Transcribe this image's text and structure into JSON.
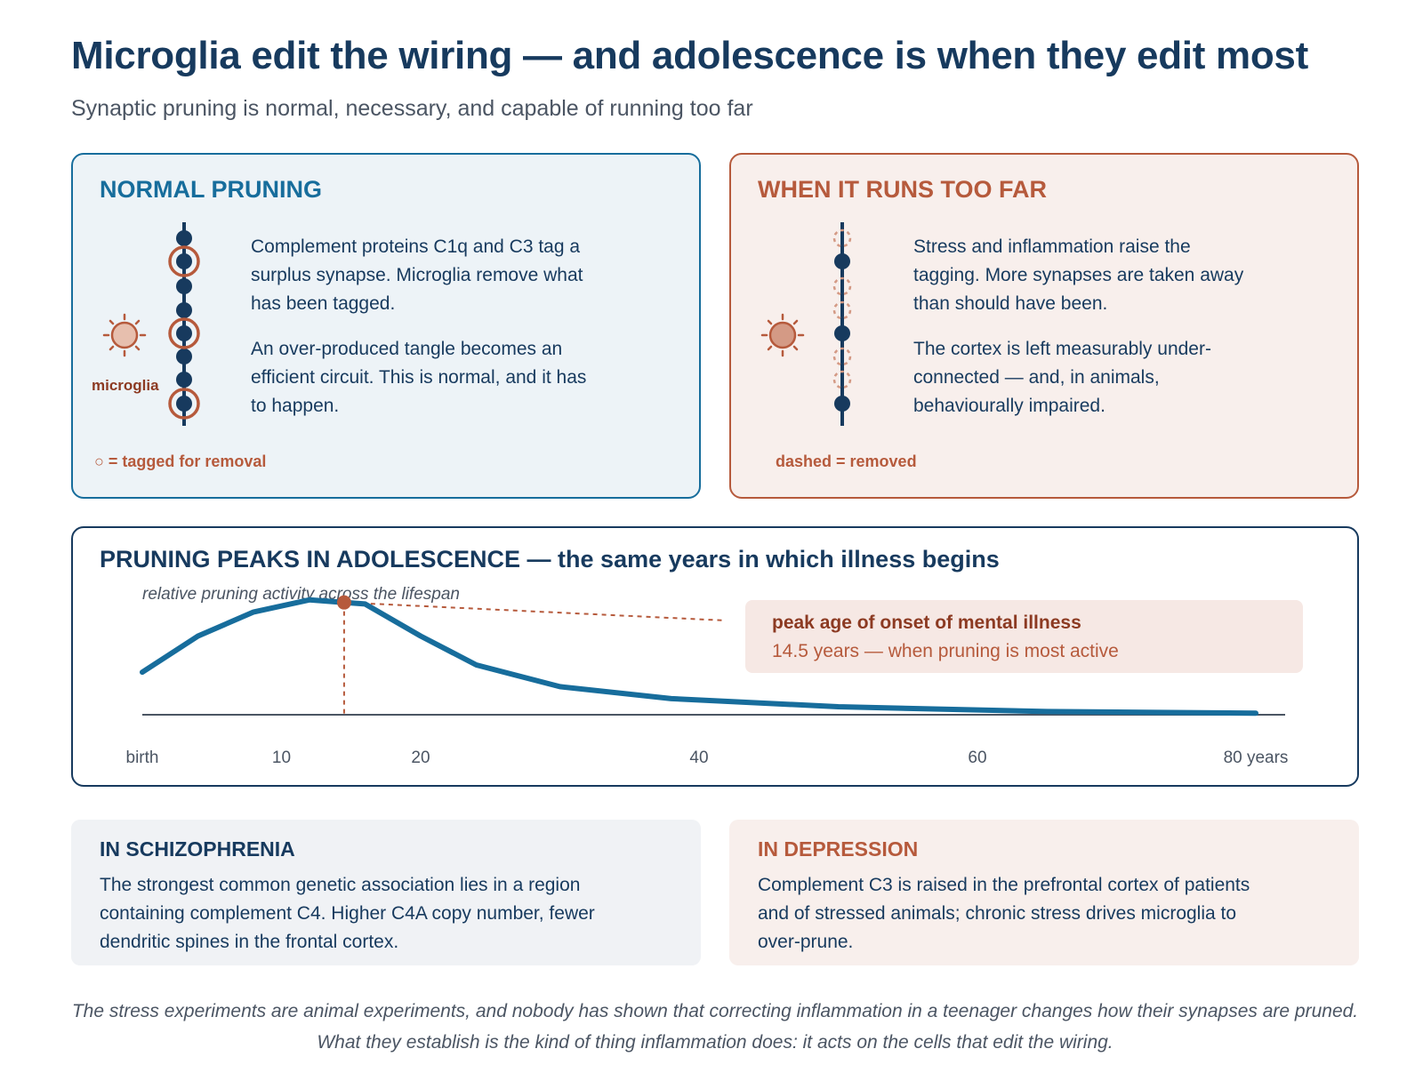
{
  "header": {
    "title": "Microglia edit the wiring — and adolescence is when they edit most",
    "subtitle": "Synaptic pruning is normal, necessary, and capable of running too far"
  },
  "normal_panel": {
    "heading": "NORMAL PRUNING",
    "microglia_label": "microglia",
    "paragraphs": [
      "Complement proteins C1q and C3 tag a surplus synapse. Microglia remove what has been tagged.",
      "An over-produced tangle becomes an efficient circuit. This is normal, and it has to happen."
    ],
    "legend": "○ = tagged for removal"
  },
  "far_panel": {
    "heading": "WHEN IT RUNS TOO FAR",
    "paragraphs": [
      "Stress and inflammation raise the tagging. More synapses are taken away than should have been.",
      "The cortex is left measurably under-connected — and, in animals, behaviourally impaired."
    ],
    "legend": "dashed = removed"
  },
  "chart_panel": {
    "heading": "PRUNING PEAKS IN ADOLESCENCE — the same years in which illness begins",
    "caption": "relative pruning activity across the lifespan",
    "callout_title": "peak age of onset of mental illness",
    "callout_sub": "14.5 years — when pruning is most active",
    "x_tick_labels": [
      "birth",
      "10",
      "20",
      "40",
      "60",
      "80 years"
    ]
  },
  "chart_data": {
    "type": "line",
    "title": "PRUNING PEAKS IN ADOLESCENCE — the same years in which illness begins",
    "ylabel": "relative pruning activity across the lifespan",
    "xlabel": "",
    "x": [
      0,
      4,
      8,
      12,
      16,
      20,
      24,
      30,
      38,
      50,
      65,
      80
    ],
    "y": [
      0.53,
      0.98,
      1.28,
      1.43,
      1.38,
      0.98,
      0.62,
      0.35,
      0.2,
      0.1,
      0.04,
      0.02
    ],
    "xlim": [
      0,
      80
    ],
    "ylim": [
      0,
      1.55
    ],
    "xticks": [
      0,
      10,
      20,
      40,
      60,
      80
    ],
    "marker": {
      "x": 14.5,
      "label": "peak age of onset of mental illness"
    },
    "grid": false,
    "colors": {
      "line": "#176d9c",
      "marker": "#b65a3c",
      "axis": "#4b5563"
    }
  },
  "schizophrenia": {
    "heading": "IN SCHIZOPHRENIA",
    "text": "The strongest common genetic association lies in a region containing complement C4. Higher C4A copy number, fewer dendritic spines in the frontal cortex."
  },
  "depression": {
    "heading": "IN DEPRESSION",
    "text": "Complement C3 is raised in the prefrontal cortex of patients and of stressed animals; chronic stress drives microglia to over-prune."
  },
  "footnote": "The stress experiments are animal experiments, and nobody has shown that correcting inflammation in a teenager changes how their synapses are pruned. What they establish is the kind of thing inflammation does: it acts on the cells that edit the wiring.",
  "colors": {
    "navy": "#173a5e",
    "blue": "#176d9c",
    "rust": "#b65a3c",
    "normal_bg": "#edf3f7",
    "far_bg": "#f8efec"
  }
}
